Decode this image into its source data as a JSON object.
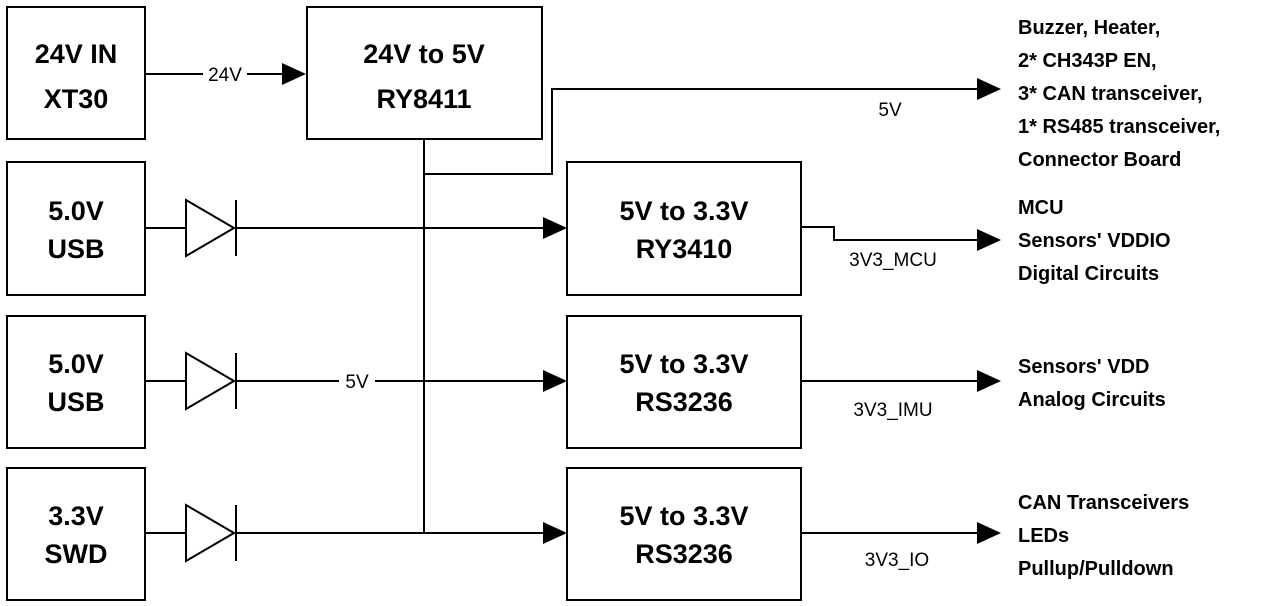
{
  "blocks": {
    "in24": {
      "line1": "24V IN",
      "line2": "XT30"
    },
    "usb1": {
      "line1": "5.0V",
      "line2": "USB"
    },
    "usb2": {
      "line1": "5.0V",
      "line2": "USB"
    },
    "swd": {
      "line1": "3.3V",
      "line2": "SWD"
    },
    "buck": {
      "line1": "24V to 5V",
      "line2": "RY8411"
    },
    "ldo_mcu": {
      "line1": "5V to 3.3V",
      "line2": "RY3410"
    },
    "ldo_imu": {
      "line1": "5V to 3.3V",
      "line2": "RS3236"
    },
    "ldo_io": {
      "line1": "5V to 3.3V",
      "line2": "RS3236"
    }
  },
  "nets": {
    "v24": "24V",
    "v5_top": "5V",
    "v5_bus": "5V",
    "v3v3_mcu": "3V3_MCU",
    "v3v3_imu": "3V3_IMU",
    "v3v3_io": "3V3_IO"
  },
  "loads": {
    "v5": [
      "Buzzer, Heater,",
      "2* CH343P EN,",
      "3* CAN transceiver,",
      "1* RS485 transceiver,",
      "Connector Board"
    ],
    "mcu": [
      "MCU",
      "Sensors' VDDIO",
      "Digital Circuits"
    ],
    "imu": [
      "Sensors' VDD",
      "Analog Circuits"
    ],
    "io": [
      "CAN Transceivers",
      "LEDs",
      "Pullup/Pulldown"
    ]
  }
}
